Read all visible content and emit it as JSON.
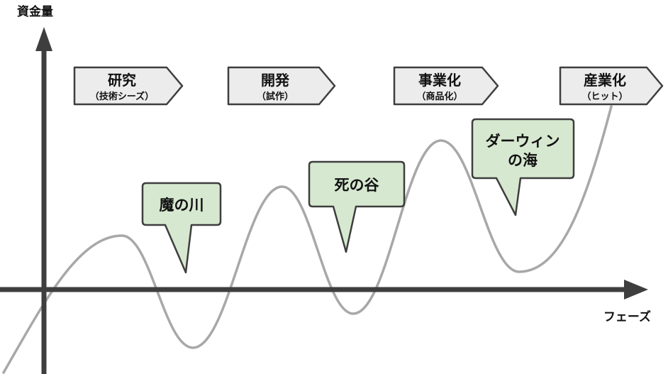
{
  "diagram": {
    "y_axis_label": "資金量",
    "x_axis_label": "フェーズ",
    "phases": [
      {
        "label": "研究",
        "sub": "（技術シーズ）"
      },
      {
        "label": "開発",
        "sub": "（試作）"
      },
      {
        "label": "事業化",
        "sub": "（商品化）"
      },
      {
        "label": "産業化",
        "sub": "（ヒット）"
      }
    ],
    "gaps": [
      {
        "label": "魔の川"
      },
      {
        "label": "死の谷"
      },
      {
        "line1": "ダーウィン",
        "line2": "の海"
      }
    ],
    "colors": {
      "axis": "#3e3e3e",
      "curve": "#a8a8a8",
      "phase_fill": "#ececec",
      "gap_fill": "#d7e8d1",
      "outline": "#3e3e3e"
    }
  }
}
